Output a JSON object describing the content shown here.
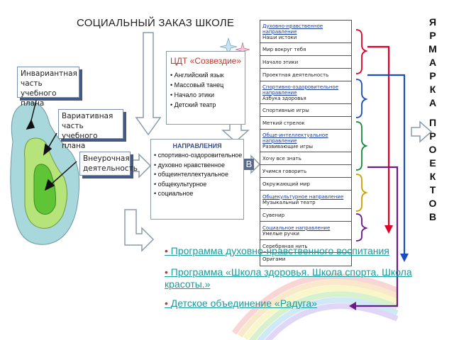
{
  "title": "СОЦИАЛЬНЫЙ ЗАКАЗ ШКОЛЕ",
  "callouts": {
    "invariant": "Инвариантная часть учебного плана",
    "variative": "Вариативная часть учебного плана",
    "extracurricular": "Внеурочная деятельность"
  },
  "cdt": {
    "title": "ЦДТ «Созвездие»",
    "items": [
      "Английский язык",
      "Массовый танец",
      "Начало этики",
      "Детский театр"
    ]
  },
  "directions": {
    "title": "НАПРАВЛЕНИЯ",
    "items": [
      "спортивно-оздоровительное",
      "духовно нравственное",
      "общеинтеллектуальное",
      "общекультурное",
      "социальное"
    ]
  },
  "b_label": "В",
  "activities": [
    {
      "category": "Духовно-нравственное направление",
      "name": "Наши истоки"
    },
    {
      "category": "",
      "name": "Мир вокруг тебя"
    },
    {
      "category": "",
      "name": "Начало этики"
    },
    {
      "category": "",
      "name": "Проектная деятельность"
    },
    {
      "category": "Спортивно-оздоровительное направление",
      "name": "Азбука здоровья"
    },
    {
      "category": "",
      "name": "Спортивные игры"
    },
    {
      "category": "",
      "name": "Меткий стрелок"
    },
    {
      "category": "Обще-интеллектуальное направление",
      "name": "Развивающие игры"
    },
    {
      "category": "",
      "name": "Хочу все знать"
    },
    {
      "category": "",
      "name": "Учимся говорить"
    },
    {
      "category": "",
      "name": "Окружающий мир"
    },
    {
      "category": "Общекультурное направление",
      "name": "Музыкальный театр"
    },
    {
      "category": "",
      "name": "Сувенир"
    },
    {
      "category": "Социальное направление",
      "name": "Умелые ручки"
    },
    {
      "category": "",
      "name": "Серебряная нить"
    },
    {
      "category": "",
      "name": "Оригами"
    }
  ],
  "side_words": {
    "top": "ЯРМАРКА",
    "bottom": "ПРОЕКТОВ"
  },
  "programs": [
    "Программа духовно-нравственного воспитания",
    "Программа «Школа здоровья. Школа спорта. Школа красоты.»",
    "Детское объединение «Радуга»"
  ],
  "colors": {
    "blob_outer": "#a9d8dc",
    "blob_middle": "#b6e37a",
    "blob_inner": "#5fc436",
    "arrow_fill": "#ffffff",
    "arrow_stroke": "#8a9aa8",
    "bracket_red": "#e0002a",
    "bracket_blue": "#1a4ec0",
    "bracket_purple": "#6a1a8a",
    "program_text": "#1a9a9a"
  }
}
